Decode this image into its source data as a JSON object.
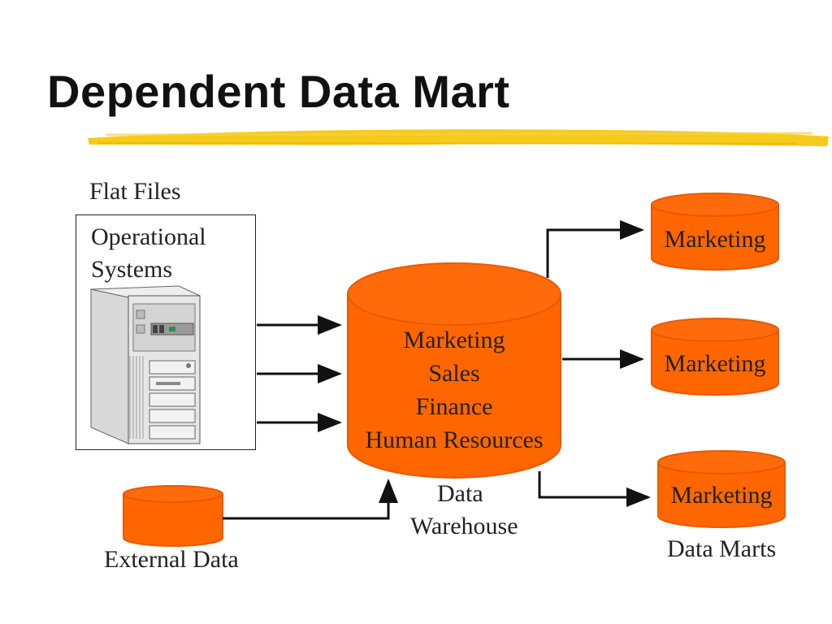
{
  "title": "Dependent Data Mart",
  "labels": {
    "flat_files": "Flat  Files",
    "operational_line1": "Operational",
    "operational_line2": "Systems",
    "external_data": "External Data",
    "warehouse_line1": "Data",
    "warehouse_line2": "Warehouse",
    "data_marts": "Data Marts"
  },
  "warehouse": {
    "contents": [
      "Marketing",
      "Sales",
      "Finance",
      "Human Resources"
    ]
  },
  "data_marts": [
    {
      "label": "Marketing"
    },
    {
      "label": "Marketing"
    },
    {
      "label": "Marketing"
    }
  ],
  "colors": {
    "cylinder_fill": "#ff6600",
    "cylinder_top": "#ff7a1f",
    "cylinder_outline": "#e85a00",
    "highlighter": "#f5c400",
    "arrow": "#111111"
  }
}
